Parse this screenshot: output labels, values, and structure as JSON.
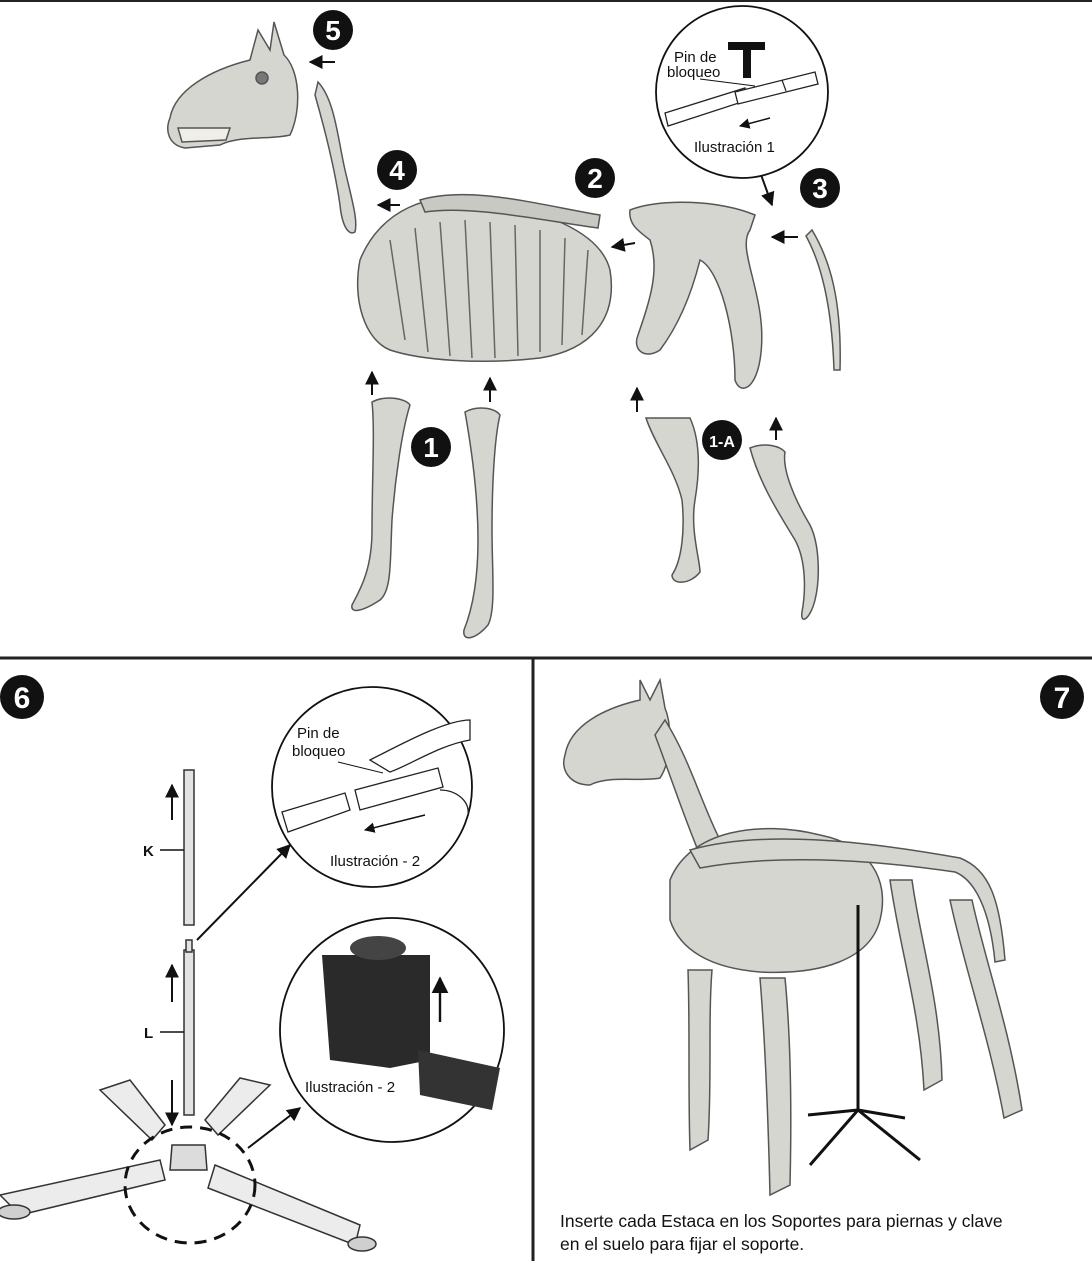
{
  "steps": {
    "s1": "1",
    "s1a": "1-A",
    "s2": "2",
    "s3": "3",
    "s4": "4",
    "s5": "5",
    "s6": "6",
    "s7": "7"
  },
  "illustration1": {
    "pin_line1": "Pin de",
    "pin_line2": "bloqueo",
    "caption": "Ilustración 1"
  },
  "illustration2_pin": {
    "pin_line1": "Pin de",
    "pin_line2": "bloqueo",
    "caption": "Ilustración - 2"
  },
  "illustration2_base": {
    "caption": "Ilustración - 2"
  },
  "parts": {
    "k": "K",
    "l": "L"
  },
  "instruction": {
    "line1": "Inserte cada Estaca en los Soportes para piernas y clave",
    "line2": "en el suelo para fijar el soporte."
  }
}
